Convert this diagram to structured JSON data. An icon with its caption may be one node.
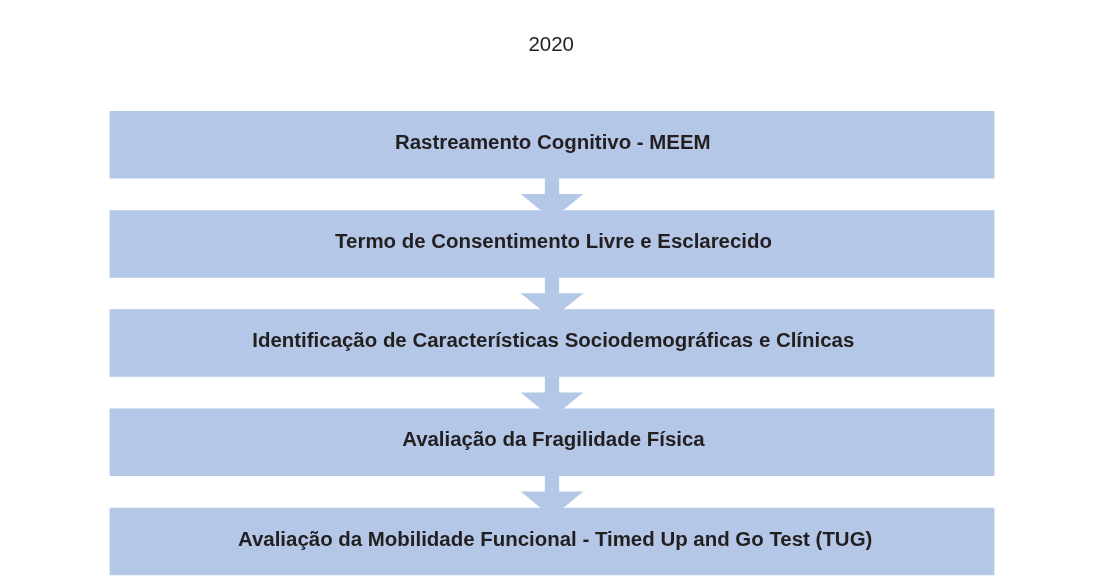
{
  "diagram": {
    "nodes": [
      {
        "text": [
          "Rastreamento Cognitivo - MEEM"
        ]
      },
      {
        "text": [
          "Termo de Consentimento Livre e Esclarecido"
        ]
      },
      {
        "text": [
          "Identificação de Características Sociodemográficas e Clínicas"
        ]
      },
      {
        "text": [
          "Avaliação da Fragilidade Física"
        ]
      },
      {
        "text": [
          "Avaliação da Mobilidade Funcional - Timed Up and Go Test (TUG)"
        ]
      }
    ],
    "edges": [
      {
        "from": 0,
        "to": 1,
        "arrow": "to"
      },
      {
        "from": 1,
        "to": 2,
        "arrow": "to"
      },
      {
        "from": 2,
        "to": 3,
        "arrow": "to"
      },
      {
        "from": 3,
        "to": 4,
        "arrow": "to"
      }
    ],
    "labels": [
      "2020"
    ]
  }
}
